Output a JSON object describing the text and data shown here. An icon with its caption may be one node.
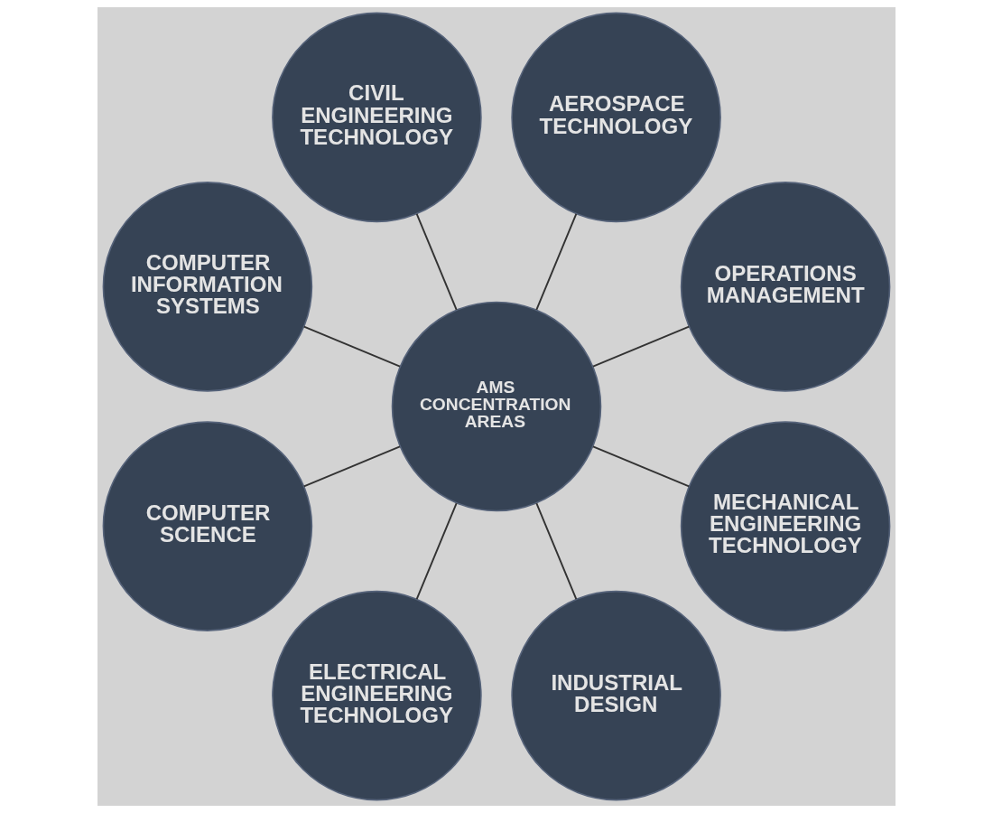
{
  "diagram": {
    "nodes": [
      {
        "text": [
          "AMS CONCENTRATION AREAS"
        ]
      },
      {
        "text": [
          "OPERATIONS MANAGEMENT"
        ]
      },
      {
        "text": [
          "AEROSPACE TECHNOLOGY"
        ]
      },
      {
        "text": [
          "CIVIL ENGINEERING TECHNOLOGY"
        ]
      },
      {
        "text": [
          "COMPUTER INFORMATION SYSTEMS"
        ]
      },
      {
        "text": [
          "COMPUTER SCIENCE"
        ]
      },
      {
        "text": [
          "ELECTRICAL ENGINEERING TECHNOLOGY"
        ]
      },
      {
        "text": [
          "INDUSTRIAL DESIGN"
        ]
      },
      {
        "text": [
          "MECHANICAL ENGINEERING TECHNOLOGY"
        ]
      }
    ],
    "edges": [
      {
        "from": 0,
        "to": 1,
        "arrow": "none"
      },
      {
        "from": 0,
        "to": 2,
        "arrow": "none"
      },
      {
        "from": 0,
        "to": 3,
        "arrow": "none"
      },
      {
        "from": 0,
        "to": 4,
        "arrow": "none"
      },
      {
        "from": 0,
        "to": 5,
        "arrow": "none"
      },
      {
        "from": 0,
        "to": 6,
        "arrow": "none"
      },
      {
        "from": 0,
        "to": 7,
        "arrow": "none"
      },
      {
        "from": 0,
        "to": 8,
        "arrow": "none"
      }
    ]
  }
}
